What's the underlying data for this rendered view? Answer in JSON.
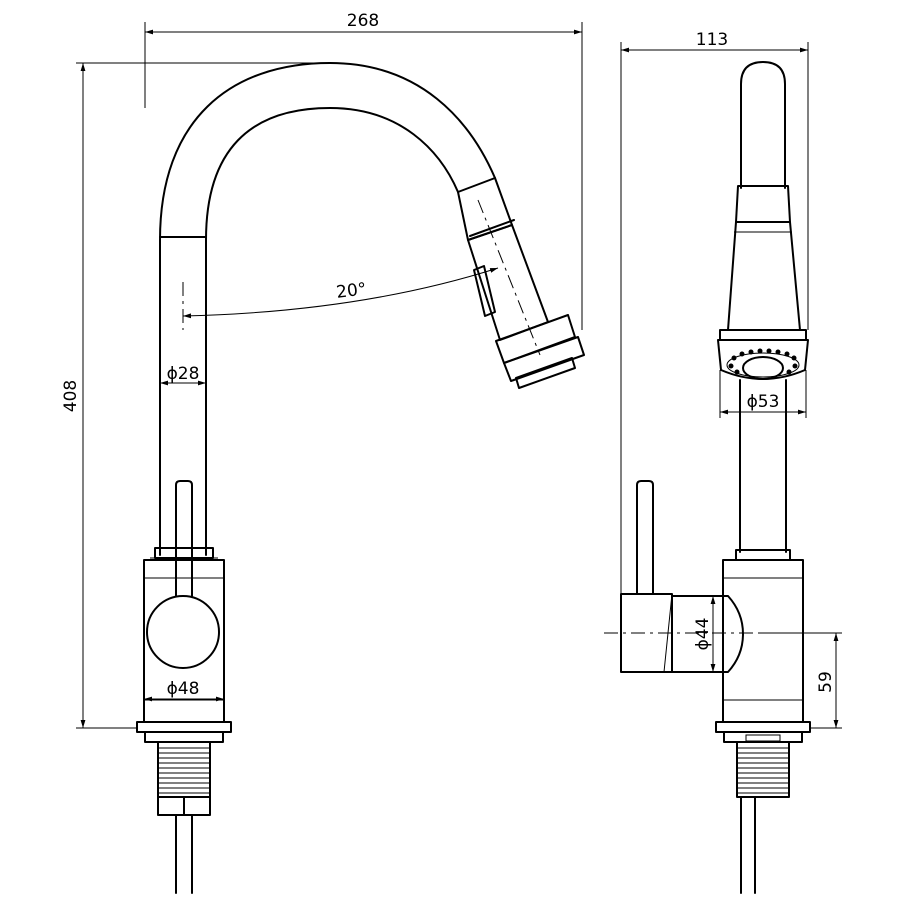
{
  "drawing": {
    "front_view": {
      "overall_width": "268",
      "overall_height": "408",
      "spout_diameter": "ϕ28",
      "body_diameter": "ϕ48",
      "spray_angle": "20°"
    },
    "side_view": {
      "overall_depth": "113",
      "spray_head_diameter": "ϕ53",
      "handle_diameter": "ϕ44",
      "handle_height": "59"
    }
  }
}
